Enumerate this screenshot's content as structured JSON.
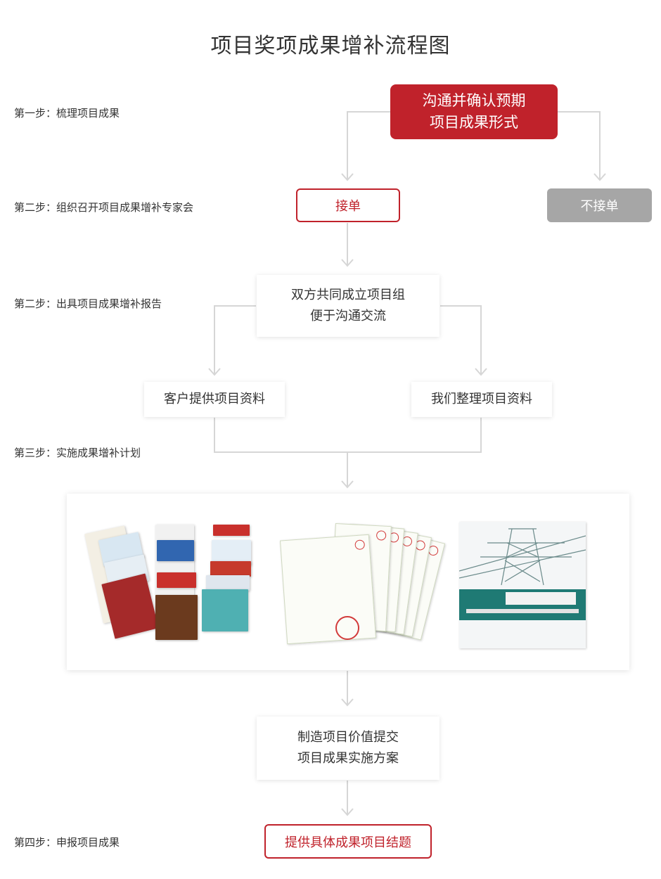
{
  "title": "项目奖项成果增补流程图",
  "steps": [
    "第一步：梳理项目成果",
    "第二步：组织召开项目成果增补专家会",
    "第二步：出具项目成果增补报告",
    "第三步：实施成果增补计划",
    "第四步：申报项目成果"
  ],
  "nodes": {
    "confirm": "沟通并确认预期\n项目成果形式",
    "accept": "接单",
    "decline": "不接单",
    "team": "双方共同成立项目组\n便于沟通交流",
    "client_materials": "客户提供项目资料",
    "our_materials": "我们整理项目资料",
    "submit": "制造项目价值提交\n项目成果实施方案",
    "final": "提供具体成果项目结题"
  },
  "colors": {
    "primary_red": "#c0222b",
    "grey": "#a6a6a6",
    "line": "#d6d6d6"
  }
}
